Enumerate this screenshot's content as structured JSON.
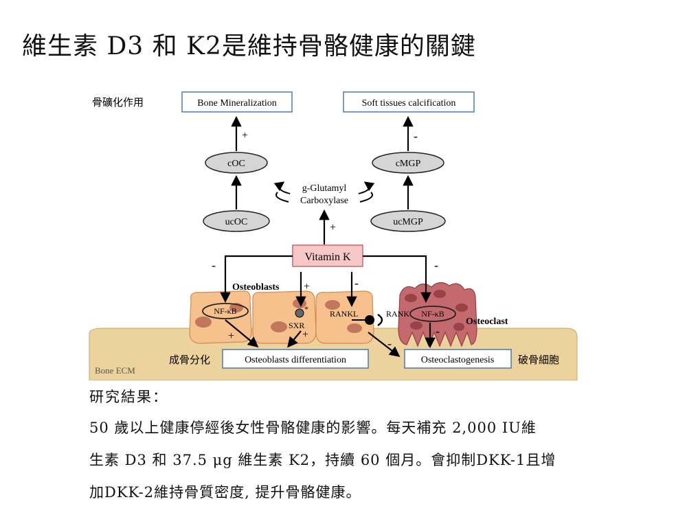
{
  "title": "維生素 D3 和 K2是維持骨骼健康的關鍵",
  "diagram": {
    "boxes": {
      "bone_mineralization": "Bone Mineralization",
      "soft_tissues_calcification": "Soft tissues calcification",
      "vitamin_k": "Vitamin K",
      "osteoblasts_differentiation": "Osteoblasts differentiation",
      "osteoclastogenesis": "Osteoclastogenesis"
    },
    "ellipses": {
      "coc": "cOC",
      "ucoc": "ucOC",
      "cmgp": "cMGP",
      "ucmgp": "ucMGP",
      "nfkb_left": "NF-κB",
      "nfkb_right": "NF-κB"
    },
    "labels": {
      "enzyme_line1": "g-Glutamyl",
      "enzyme_line2": "Carboxylase",
      "osteoblasts": "Osteoblasts",
      "osteoclast": "Osteoclast",
      "sxr": "SXR",
      "asterisk": "*",
      "rankl": "RANKL",
      "rank": "RANK",
      "bone_ecm": "Bone ECM"
    },
    "signs": {
      "plus": "+",
      "minus": "-"
    },
    "chinese_labels": {
      "bone_mineralization": "骨礦化作用",
      "osteogenic_differentiation": "成骨分化",
      "osteoclast_cell": "破骨細胞"
    },
    "colors": {
      "box_border": "#4a78b5",
      "vitamin_k_fill": "#f6c7c7",
      "vitamin_k_border": "#c46a6a",
      "ellipse_fill": "#d5d5d5",
      "ecm_fill": "#ecd29c",
      "osteoblast_fill": "#f6c18c",
      "osteoclast_fill": "#c46a6e"
    }
  },
  "results": {
    "heading": "研究結果：",
    "line1": "50 歲以上健康停經後女性骨骼健康的影響。每天補充 2,000 IU維",
    "line2": "生素 D3 和 37.5 μg 維生素 K2，持續 60 個月。會抑制DKK-1且增",
    "line3": "加DKK-2維持骨質密度, 提升骨骼健康。"
  }
}
